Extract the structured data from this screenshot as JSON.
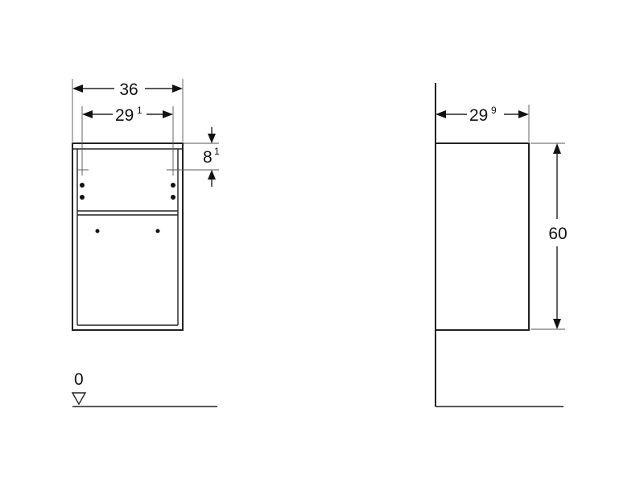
{
  "dimensions": {
    "width_outer": {
      "main": "36",
      "sup": ""
    },
    "width_inner": {
      "main": "29",
      "sup": "1"
    },
    "shelf_offset": {
      "main": "8",
      "sup": "1"
    },
    "depth": {
      "main": "29",
      "sup": "9"
    },
    "height": {
      "main": "60",
      "sup": ""
    },
    "floor_level": {
      "main": "0",
      "sup": ""
    }
  }
}
